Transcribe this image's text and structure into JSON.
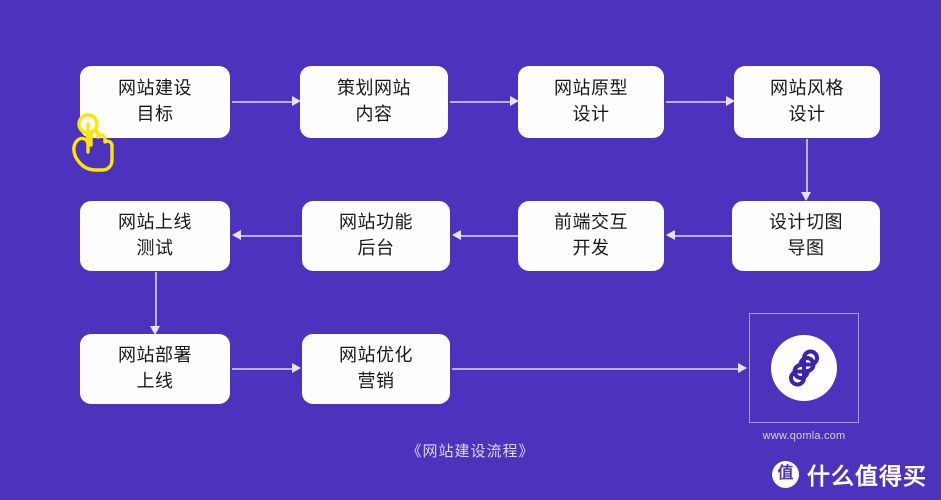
{
  "background_color": "#4c32bd",
  "card_color": "#fdfdfd",
  "card_text_color": "#17171c",
  "connector_color": "#b9aee6",
  "cursor_color": "#ffe600",
  "diagram": {
    "caption": "《网站建设流程》",
    "rows": [
      {
        "direction": "left-to-right",
        "nodes": [
          {
            "id": "n1",
            "line1": "网站建设",
            "line2": "目标"
          },
          {
            "id": "n2",
            "line1": "策划网站",
            "line2": "内容"
          },
          {
            "id": "n3",
            "line1": "网站原型",
            "line2": "设计"
          },
          {
            "id": "n4",
            "line1": "网站风格",
            "line2": "设计"
          }
        ]
      },
      {
        "direction": "right-to-left",
        "nodes": [
          {
            "id": "n8",
            "line1": "网站上线",
            "line2": "测试"
          },
          {
            "id": "n7",
            "line1": "网站功能",
            "line2": "后台"
          },
          {
            "id": "n6",
            "line1": "前端交互",
            "line2": "开发"
          },
          {
            "id": "n5",
            "line1": "设计切图",
            "line2": "导图"
          }
        ]
      },
      {
        "direction": "left-to-right",
        "nodes": [
          {
            "id": "n9",
            "line1": "网站部署",
            "line2": "上线"
          },
          {
            "id": "n10",
            "line1": "网站优化",
            "line2": "营销"
          }
        ]
      }
    ]
  },
  "logo": {
    "name": "qomla-clover-logo",
    "url_label": "www.qomla.com"
  },
  "watermark": {
    "badge_label": "值",
    "text": "什么值得买"
  },
  "cursor": {
    "name": "tap-hand-cursor"
  }
}
